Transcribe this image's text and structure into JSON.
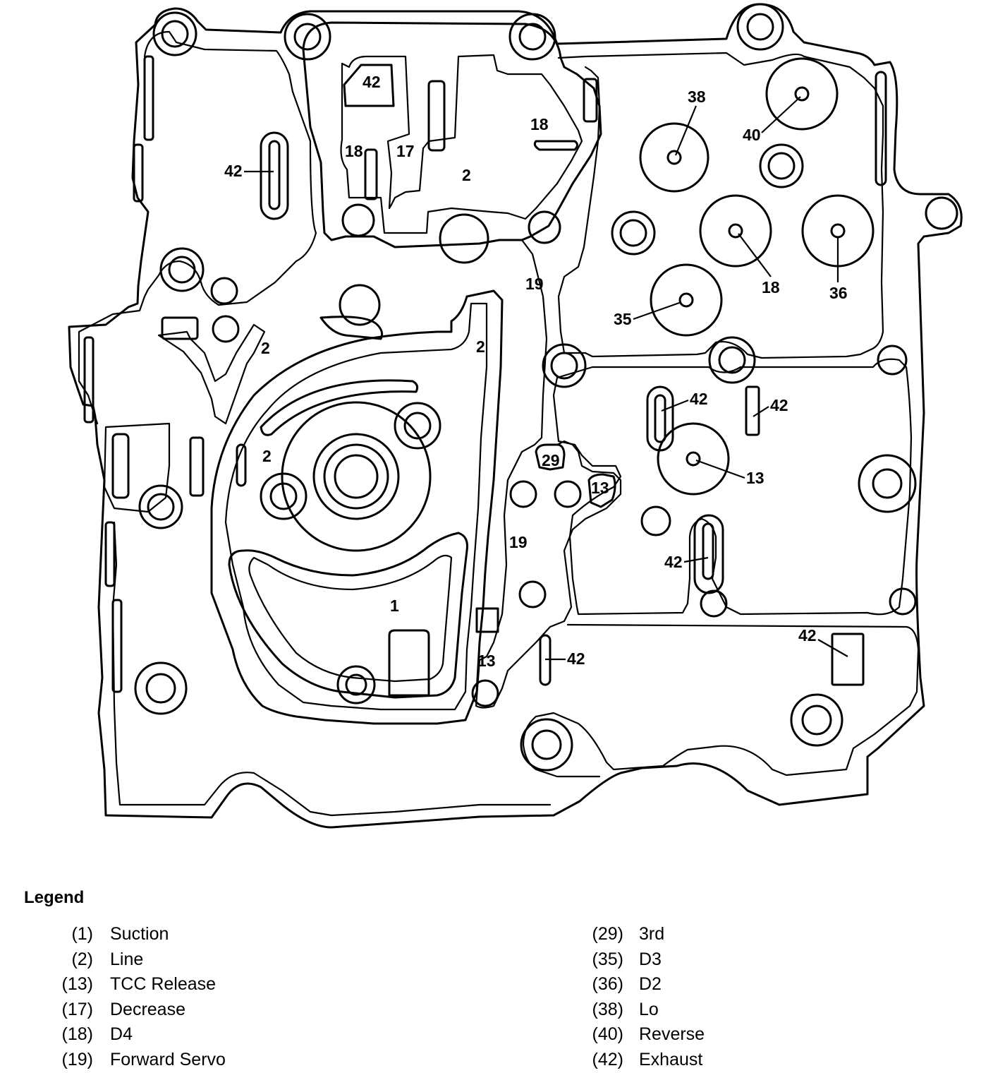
{
  "callouts": {
    "c42_top": "42",
    "c18_top": "18",
    "c17": "17",
    "c2_upper": "2",
    "c18_mid": "18",
    "c42_left": "42",
    "c38": "38",
    "c40": "40",
    "c18_right": "18",
    "c36": "36",
    "c35": "35",
    "c19_upper": "19",
    "c2_left": "2",
    "c2_right": "2",
    "c2_inner": "2",
    "c29": "29",
    "c13_pill": "13",
    "c42_mid_a": "42",
    "c42_mid_b": "42",
    "c13_right": "13",
    "c42_lower": "42",
    "c19_lower": "19",
    "c1": "1",
    "c13_bottom": "13",
    "c42_bottom": "42",
    "c42_far": "42"
  },
  "legend": {
    "title": "Legend",
    "left": [
      {
        "num": "(1)",
        "label": "Suction"
      },
      {
        "num": "(2)",
        "label": "Line"
      },
      {
        "num": "(13)",
        "label": "TCC Release"
      },
      {
        "num": "(17)",
        "label": "Decrease"
      },
      {
        "num": "(18)",
        "label": "D4"
      },
      {
        "num": "(19)",
        "label": "Forward Servo"
      }
    ],
    "right": [
      {
        "num": "(29)",
        "label": "3rd"
      },
      {
        "num": "(35)",
        "label": "D3"
      },
      {
        "num": "(36)",
        "label": "D2"
      },
      {
        "num": "(38)",
        "label": "Lo"
      },
      {
        "num": "(40)",
        "label": "Reverse"
      },
      {
        "num": "(42)",
        "label": "Exhaust"
      }
    ]
  }
}
